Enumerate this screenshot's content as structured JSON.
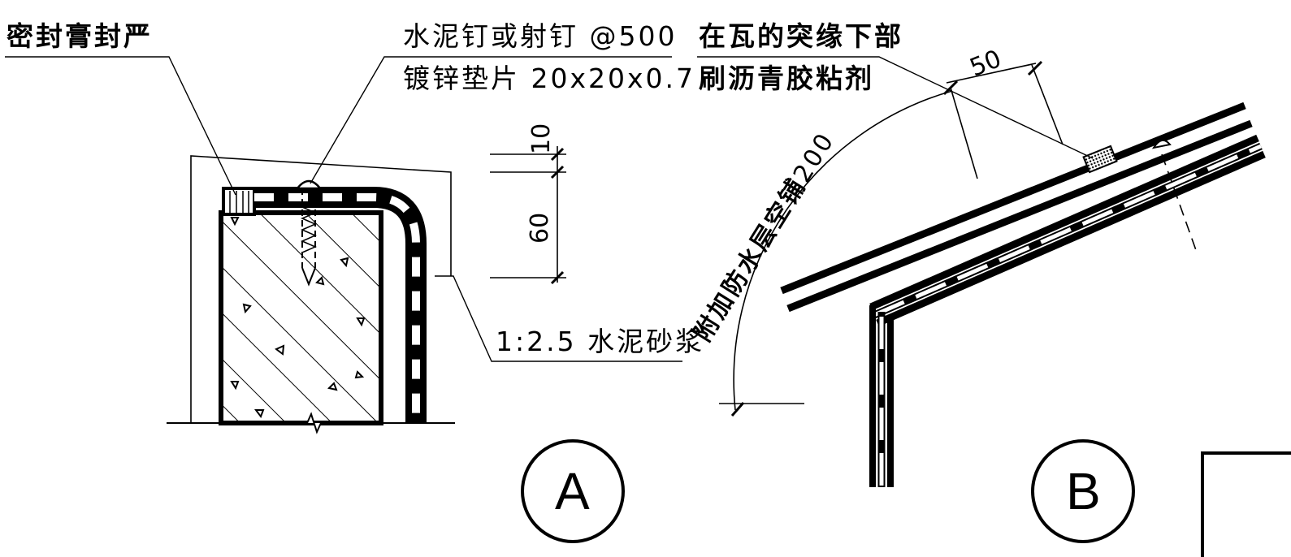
{
  "detail_a": {
    "sealant_note": "密封膏封严",
    "nail_note_line1": "水泥钉或射钉 @500",
    "nail_note_line2": "镀锌垫片 20x20x0.7",
    "mortar_note": "1:2.5 水泥砂浆",
    "dim_top": "10",
    "dim_main": "60",
    "label": "A"
  },
  "detail_b": {
    "adhesive_note_line1": "在瓦的突缘下部",
    "adhesive_note_line2": "刷沥青胶粘剂",
    "dim_lap": "50",
    "arc_note_prefix": "附加防水层空铺",
    "arc_note_value": "200",
    "label": "B"
  }
}
